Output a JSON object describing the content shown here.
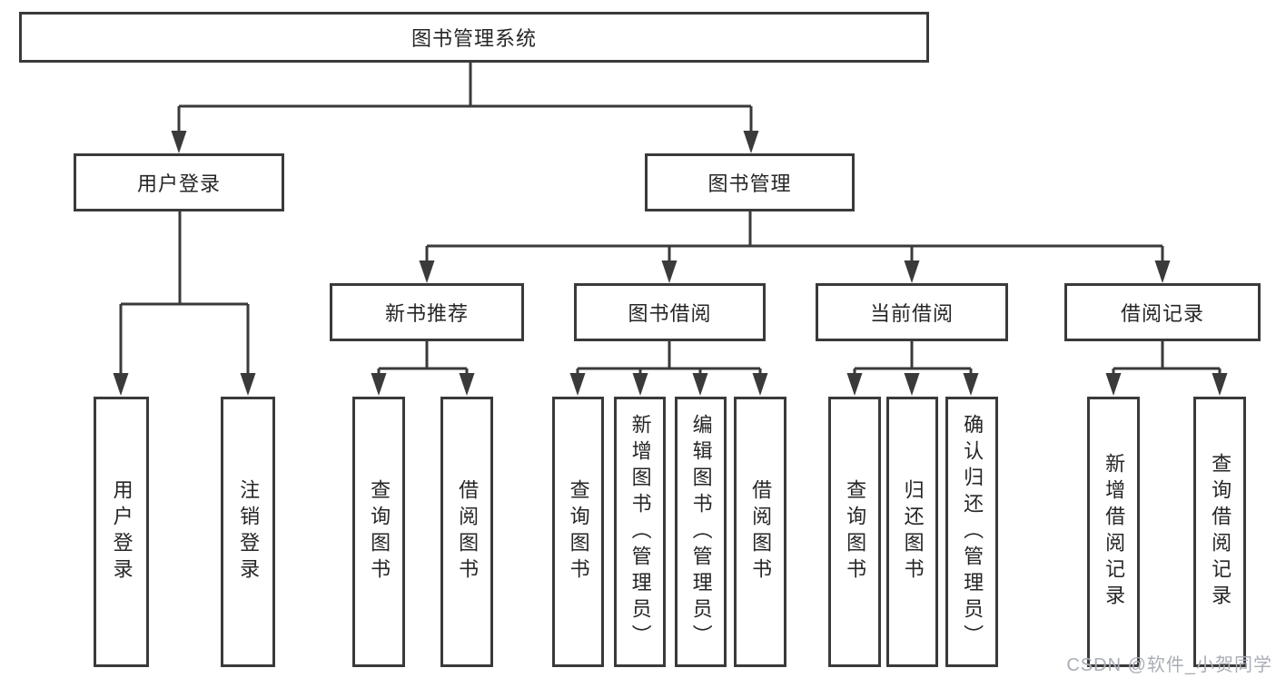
{
  "diagram": {
    "root": {
      "label": "图书管理系统"
    },
    "level2": [
      {
        "label": "用户登录",
        "parent": "图书管理系统"
      },
      {
        "label": "图书管理",
        "parent": "图书管理系统"
      }
    ],
    "level3": [
      {
        "label": "新书推荐",
        "parent": "图书管理"
      },
      {
        "label": "图书借阅",
        "parent": "图书管理"
      },
      {
        "label": "当前借阅",
        "parent": "图书管理"
      },
      {
        "label": "借阅记录",
        "parent": "图书管理"
      }
    ],
    "leaves": [
      {
        "label": "用户登录",
        "parent": "用户登录"
      },
      {
        "label": "注销登录",
        "parent": "用户登录"
      },
      {
        "label": "查询图书",
        "parent": "新书推荐"
      },
      {
        "label": "借阅图书",
        "parent": "新书推荐"
      },
      {
        "label": "查询图书",
        "parent": "图书借阅"
      },
      {
        "label": "新增图书（管理员）",
        "parent": "图书借阅"
      },
      {
        "label": "编辑图书（管理员）",
        "parent": "图书借阅"
      },
      {
        "label": "借阅图书",
        "parent": "图书借阅"
      },
      {
        "label": "查询图书",
        "parent": "当前借阅"
      },
      {
        "label": "归还图书",
        "parent": "当前借阅"
      },
      {
        "label": "确认归还（管理员）",
        "parent": "当前借阅"
      },
      {
        "label": "新增借阅记录",
        "parent": "借阅记录"
      },
      {
        "label": "查询借阅记录",
        "parent": "借阅记录"
      }
    ],
    "watermark": "CSDN @软件_小贺同学",
    "colors": {
      "line": "#3a3a3a",
      "text": "#262626",
      "watermark": "#a9aeb6",
      "background": "#ffffff"
    }
  }
}
